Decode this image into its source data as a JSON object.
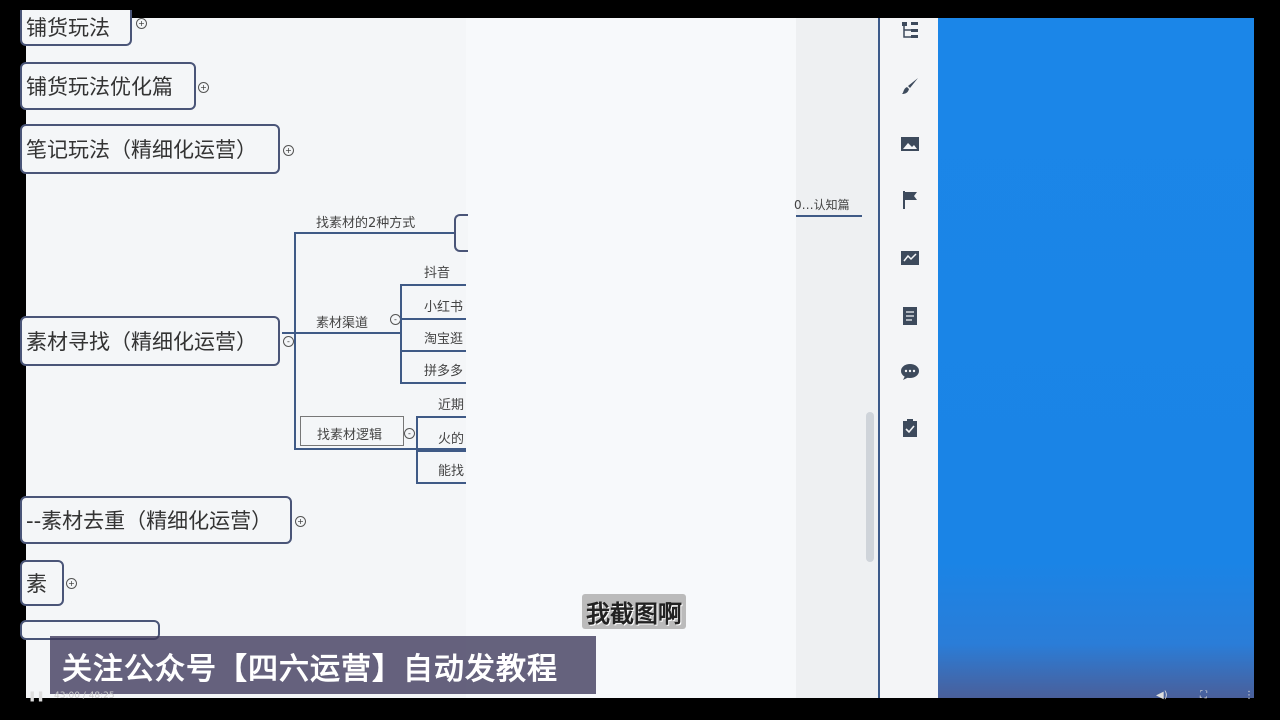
{
  "mindmap": {
    "nodes": {
      "n1": "铺货玩法",
      "n2": "铺货玩法优化篇",
      "n3": "笔记玩法（精细化运营）",
      "n4": "素材寻找（精细化运营）",
      "n5": "--素材去重（精细化运营）",
      "n6": "素",
      "n7": "认知篇"
    },
    "branches": {
      "find_ways": "找素材的2种方式",
      "channels": "素材渠道",
      "douyin": "抖音",
      "xiaohongshu": "小红书",
      "taobao": "淘宝逛",
      "pinduoduo": "拼多多",
      "logic": "找素材逻辑",
      "recent": "近期",
      "hot": "火的",
      "able": "能找"
    }
  },
  "sidebar": {
    "icons": [
      "structure-icon",
      "paint-brush-icon",
      "image-icon",
      "flag-icon",
      "chart-icon",
      "note-icon",
      "comment-icon",
      "task-icon"
    ]
  },
  "overlay": {
    "caption": "关注公众号【四六运营】自动发教程",
    "subtitle": "我截图啊"
  },
  "player": {
    "time": "43:00 / 48:25"
  },
  "colors": {
    "blue_panel": "#1b86e8",
    "node_border": "#4a5578",
    "connector": "#3f5a86"
  }
}
